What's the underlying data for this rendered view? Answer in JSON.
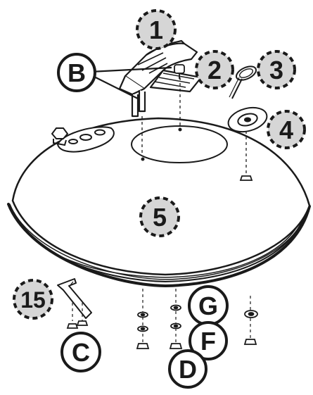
{
  "callouts": {
    "part_1": "1",
    "part_2": "2",
    "part_3": "3",
    "part_4": "4",
    "part_5": "5",
    "part_15": "15",
    "hardware_b": "B",
    "hardware_c": "C",
    "hardware_d": "D",
    "hardware_f": "F",
    "hardware_g": "G"
  },
  "colors": {
    "line": "#1a1a1a",
    "part_badge_fill": "#d6d6d6",
    "hardware_badge_fill": "#ffffff",
    "lid_fill": "#ffffff"
  }
}
